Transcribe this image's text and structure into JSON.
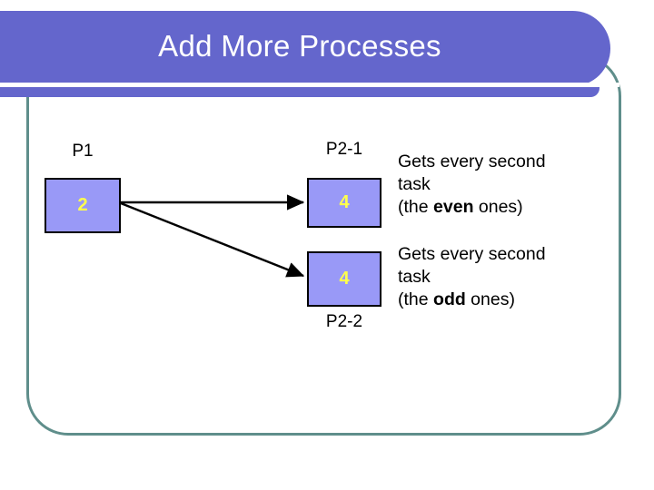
{
  "slide": {
    "title": "Add More Processes",
    "background_color": "#ffffff",
    "banner_color": "#6466cc",
    "frame_color": "#5f8e8b",
    "title_color": "#ffffff"
  },
  "diagram": {
    "box_fill": "#9999f7",
    "box_border": "#000000",
    "box_value_color": "#ffff4d",
    "nodes": [
      {
        "id": "p1",
        "label": "P1",
        "value": "2",
        "label_position": "above"
      },
      {
        "id": "p21",
        "label": "P2-1",
        "value": "4",
        "label_position": "above"
      },
      {
        "id": "p22",
        "label": "P2-2",
        "value": "4",
        "label_position": "below"
      }
    ],
    "arrows": [
      {
        "from": "p1",
        "to": "p21",
        "style": "straight"
      },
      {
        "from": "p1",
        "to": "p22",
        "style": "diagonal"
      }
    ]
  },
  "annotations": [
    {
      "id": "even",
      "line1": "Gets every second",
      "line2": "task",
      "line3_prefix": "(the ",
      "line3_emphasis": "even",
      "line3_suffix": " ones)"
    },
    {
      "id": "odd",
      "line1": "Gets every second",
      "line2": "task",
      "line3_prefix": "(the ",
      "line3_emphasis": "odd",
      "line3_suffix": " ones)"
    }
  ]
}
